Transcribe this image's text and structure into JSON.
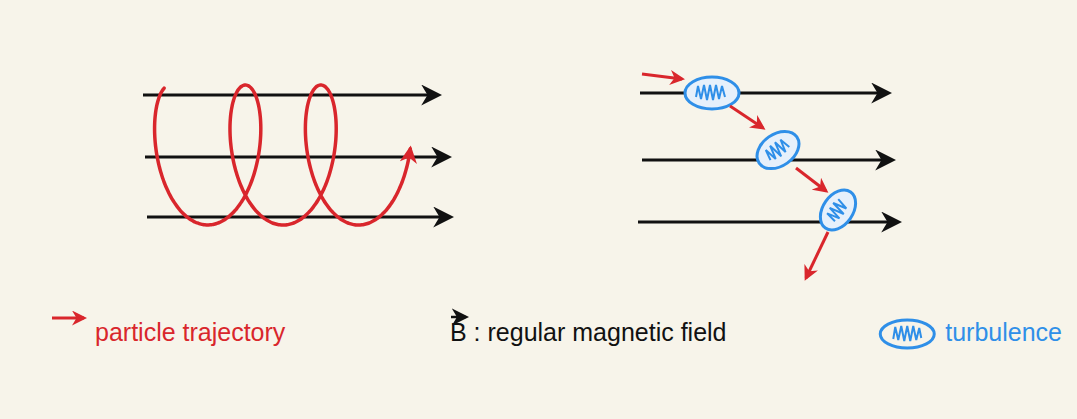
{
  "diagram": {
    "legend": [
      {
        "text": "particle trajectory"
      },
      {
        "text": "B : regular magnetic field"
      },
      {
        "text": "turbulence"
      }
    ]
  }
}
